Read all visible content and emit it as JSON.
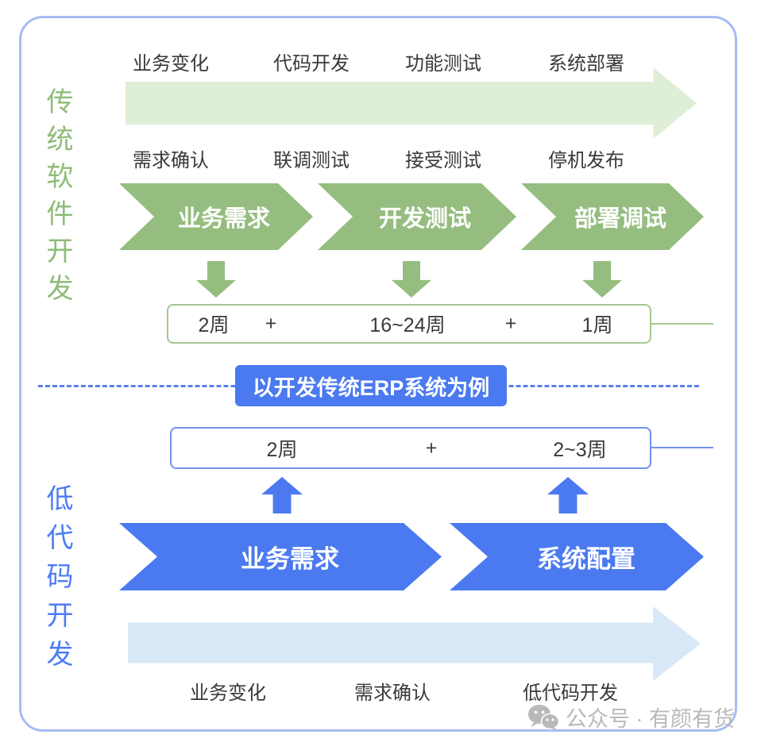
{
  "frame": {
    "border_color": "#a7bcf4"
  },
  "traditional": {
    "title": "传统软件开发",
    "title_color": "#8fbc78",
    "top_labels": [
      "业务变化",
      "代码开发",
      "功能测试",
      "系统部署"
    ],
    "mid_labels": [
      "需求确认",
      "联调测试",
      "接受测试",
      "停机发布"
    ],
    "phases": [
      "业务需求",
      "开发测试",
      "部署调试"
    ],
    "durations": [
      "2周",
      "+",
      "16~24周",
      "+",
      "1周"
    ],
    "chevron_color": "#95bd7f",
    "timeline_arrow_color": "#dfeed6"
  },
  "divider": {
    "badge_label": "以开发传统ERP系统为例",
    "badge_color": "#4a79f0",
    "dash_color": "#5b7df0"
  },
  "lowcode": {
    "title": "低代码开发",
    "title_color": "#4d7cf3",
    "durations": [
      "2周",
      "+",
      "2~3周"
    ],
    "phases": [
      "业务需求",
      "系统配置"
    ],
    "bottom_labels": [
      "业务变化",
      "需求确认",
      "低代码开发"
    ],
    "chevron_color": "#4b7af0",
    "timeline_arrow_color": "#d9e8f6"
  },
  "watermark": {
    "icon": "wechat-icon",
    "text": "公众号 · 有颜有货",
    "color": "#b9b9b9"
  }
}
